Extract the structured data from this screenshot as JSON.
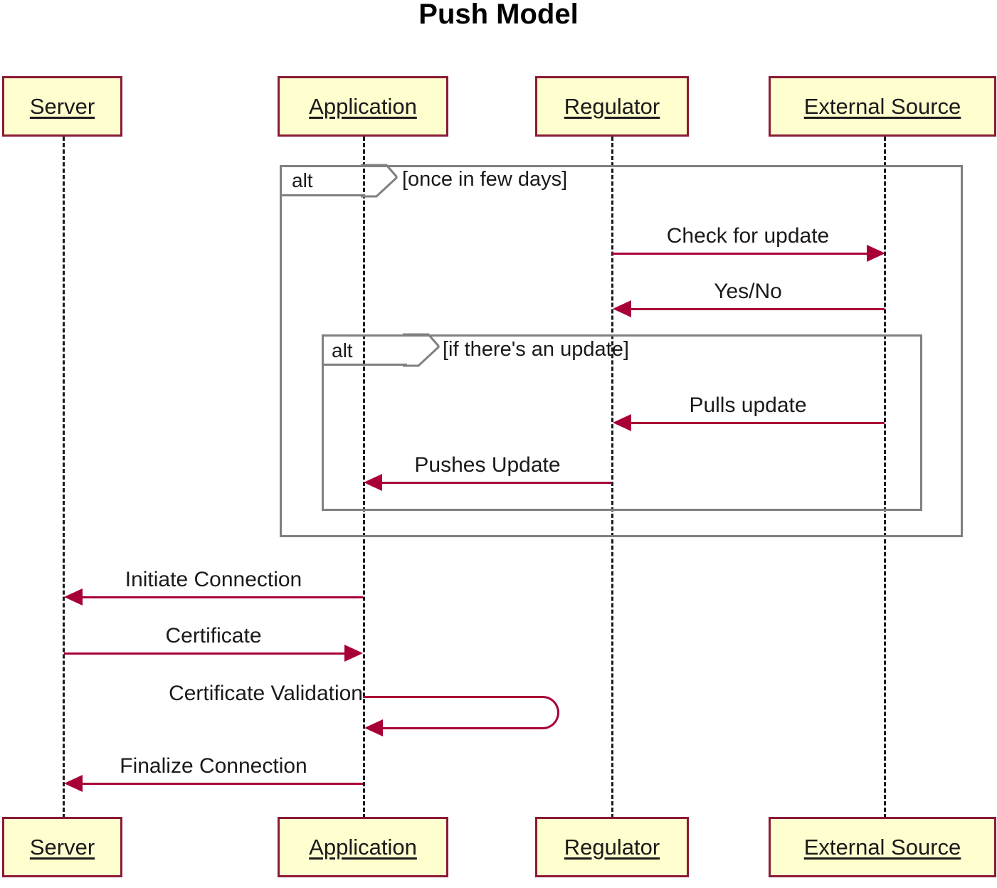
{
  "diagram": {
    "title": "Push Model",
    "type": "uml-sequence-diagram",
    "colors": {
      "participant_fill": "#FEFECE",
      "participant_border": "#8B1A35",
      "message_arrow": "#A80036",
      "frame_border": "#808080",
      "lifeline": "#1A1A1A",
      "background": "#FFFFFF"
    },
    "participants": [
      {
        "id": "server",
        "label": "Server"
      },
      {
        "id": "application",
        "label": "Application"
      },
      {
        "id": "regulator",
        "label": "Regulator"
      },
      {
        "id": "external_source",
        "label": "External Source"
      }
    ],
    "participants_bottom": [
      {
        "id": "server",
        "label": "Server"
      },
      {
        "id": "application",
        "label": "Application"
      },
      {
        "id": "regulator",
        "label": "Regulator"
      },
      {
        "id": "external_source",
        "label": "External Source"
      }
    ],
    "frames": [
      {
        "id": "outer-alt",
        "keyword": "alt",
        "guard": "[once in few days]"
      },
      {
        "id": "inner-alt",
        "keyword": "alt",
        "guard": "[if there's an update]"
      }
    ],
    "messages": [
      {
        "id": "check-for-update",
        "label": "Check for update",
        "from": "regulator",
        "to": "external_source",
        "direction": "right"
      },
      {
        "id": "yes-no",
        "label": "Yes/No",
        "from": "external_source",
        "to": "regulator",
        "direction": "left"
      },
      {
        "id": "pulls-update",
        "label": "Pulls update",
        "from": "external_source",
        "to": "regulator",
        "direction": "left"
      },
      {
        "id": "pushes-update",
        "label": "Pushes Update",
        "from": "regulator",
        "to": "application",
        "direction": "left"
      },
      {
        "id": "initiate-connection",
        "label": "Initiate Connection",
        "from": "application",
        "to": "server",
        "direction": "left"
      },
      {
        "id": "certificate",
        "label": "Certificate",
        "from": "server",
        "to": "application",
        "direction": "right"
      },
      {
        "id": "certificate-validation",
        "label": "Certificate Validation",
        "from": "application",
        "to": "application",
        "direction": "self"
      },
      {
        "id": "finalize-connection",
        "label": "Finalize Connection",
        "from": "application",
        "to": "server",
        "direction": "left"
      }
    ]
  }
}
